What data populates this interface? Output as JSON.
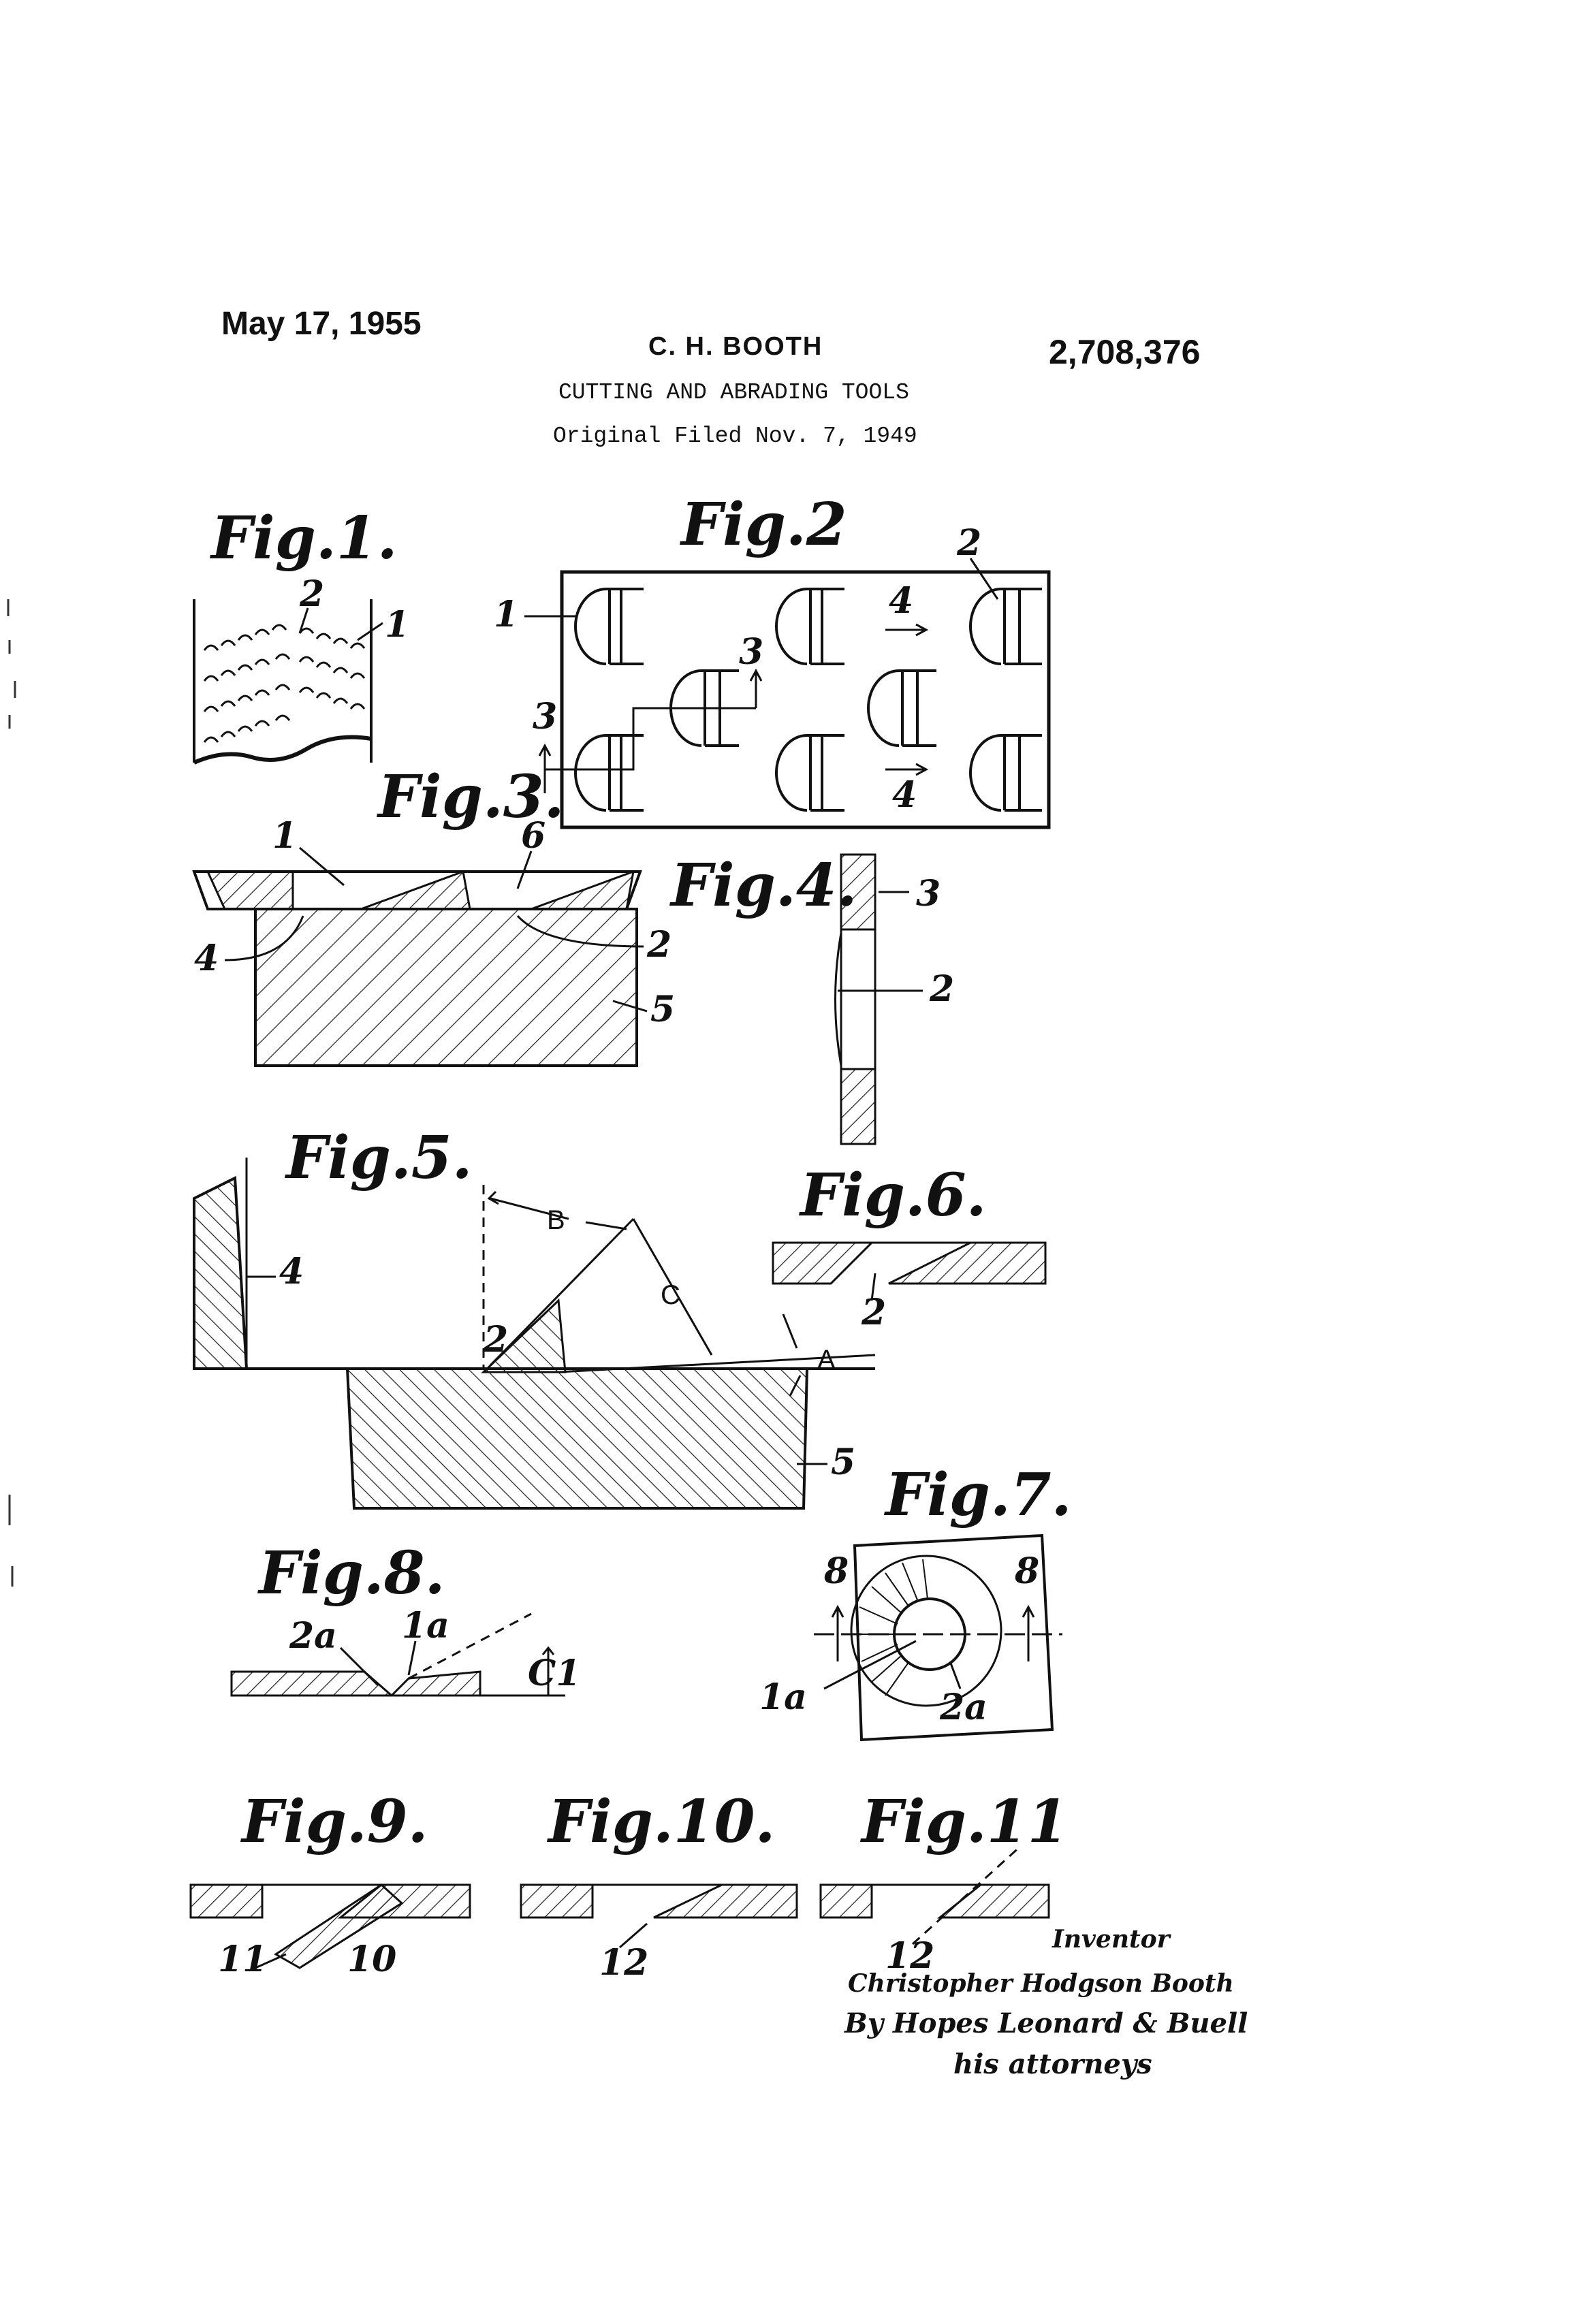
{
  "header": {
    "date": "May 17, 1955",
    "inventor": "C. H. BOOTH",
    "patent_number": "2,708,376",
    "title": "CUTTING AND ABRADING TOOLS",
    "filed": "Original Filed Nov. 7, 1949"
  },
  "figures": {
    "fig1": {
      "label": "Fig.1.",
      "refs": [
        "2",
        "1"
      ]
    },
    "fig2": {
      "label": "Fig.2",
      "refs": [
        "1",
        "2",
        "4",
        "3",
        "3",
        "4"
      ]
    },
    "fig3": {
      "label": "Fig.3.",
      "refs": [
        "1",
        "6",
        "4",
        "2",
        "5"
      ]
    },
    "fig4": {
      "label": "Fig.4.",
      "refs": [
        "3",
        "2"
      ]
    },
    "fig5": {
      "label": "Fig.5.",
      "refs": [
        "4",
        "2",
        "5"
      ],
      "letters": [
        "B",
        "C",
        "A"
      ]
    },
    "fig6": {
      "label": "Fig.6.",
      "refs": [
        "2"
      ]
    },
    "fig7": {
      "label": "Fig.7.",
      "refs": [
        "8",
        "8",
        "1a",
        "2a"
      ]
    },
    "fig8": {
      "label": "Fig.8.",
      "refs": [
        "2a",
        "1a",
        "C1"
      ]
    },
    "fig9": {
      "label": "Fig.9.",
      "refs": [
        "11",
        "10"
      ]
    },
    "fig10": {
      "label": "Fig.10.",
      "refs": [
        "12"
      ]
    },
    "fig11": {
      "label": "Fig.11",
      "refs": [
        "12"
      ]
    }
  },
  "signature": {
    "caption": "Inventor",
    "name": "Christopher Hodgson Booth",
    "attorneys_line1": "By Hopes Leonard & Buell",
    "attorneys_line2": "his attorneys"
  }
}
